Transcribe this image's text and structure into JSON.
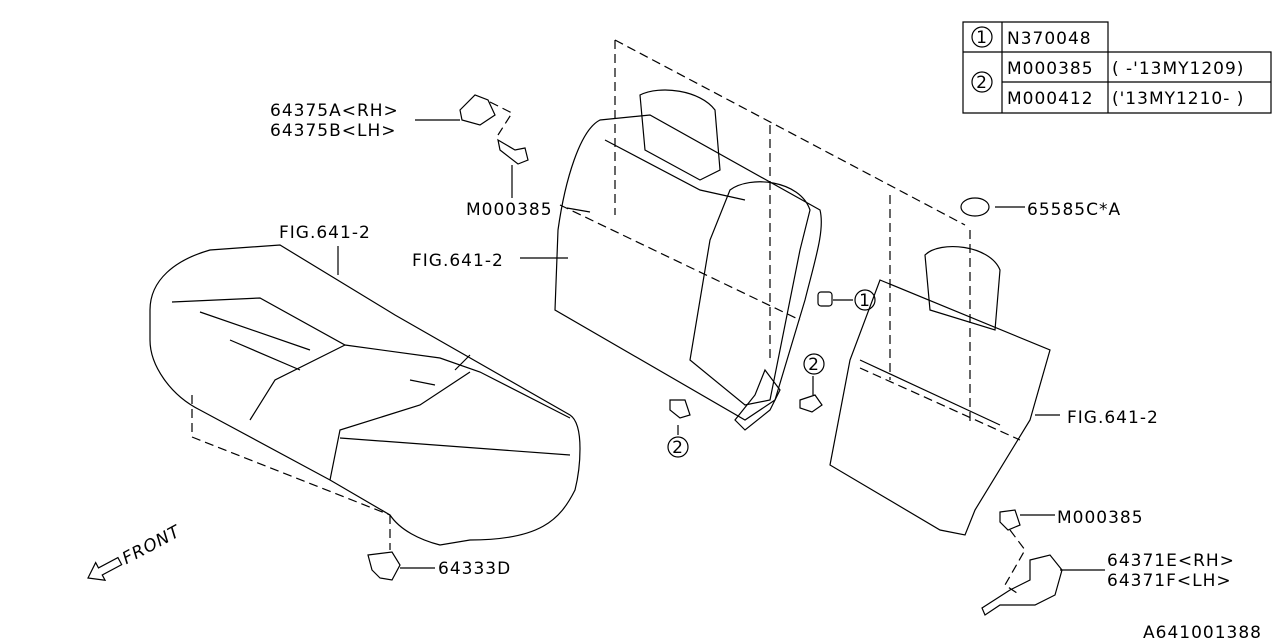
{
  "legend_table": {
    "rows": [
      {
        "ref": "1",
        "part": "N370048",
        "note": ""
      },
      {
        "ref": "2",
        "part": "M000385",
        "note": "( -'13MY1209)"
      },
      {
        "ref": "2",
        "part": "M000412",
        "note": "('13MY1210- )"
      }
    ]
  },
  "callouts": {
    "hinge_rh": "64375A<RH>",
    "hinge_lh": "64375B<LH>",
    "bolt_top": "M000385",
    "cushion_fig": "FIG.641-2",
    "back_left_fig": "FIG.641-2",
    "clip": "65585C*A",
    "ref1": "1",
    "ref2_a": "2",
    "ref2_b": "2",
    "back_right_fig": "FIG.641-2",
    "bolt_bottom": "M000385",
    "bracket_rh": "64371E<RH>",
    "bracket_lh": "64371F<LH>",
    "hook": "64333D"
  },
  "front_label": "FRONT",
  "diagram_id": "A641001388"
}
